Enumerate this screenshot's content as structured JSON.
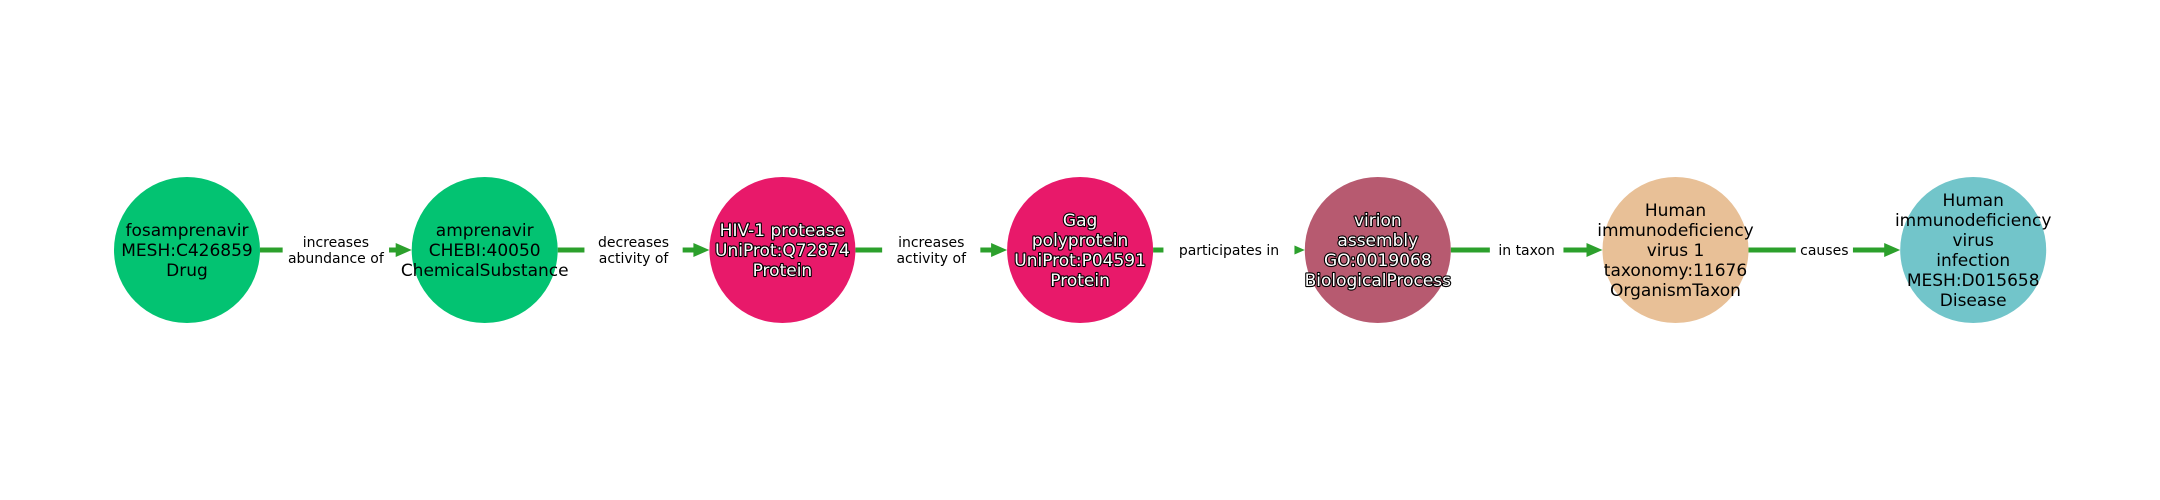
{
  "colors": {
    "edge": "#2ca02c",
    "background": "#ffffff"
  },
  "nodes": [
    {
      "lines": [
        "fosamprenavir",
        "MESH:C426859",
        "Drug"
      ],
      "color": "#03c372",
      "text_style": "dark"
    },
    {
      "lines": [
        "amprenavir",
        "CHEBI:40050",
        "ChemicalSubstance"
      ],
      "color": "#03c372",
      "text_style": "dark"
    },
    {
      "lines": [
        "HIV-1 protease",
        "UniProt:Q72874",
        "Protein"
      ],
      "color": "#e8196a",
      "text_style": "light"
    },
    {
      "lines": [
        "Gag",
        "polyprotein",
        "UniProt:P04591",
        "Protein"
      ],
      "color": "#e8196a",
      "text_style": "light"
    },
    {
      "lines": [
        "virion",
        "assembly",
        "GO:0019068",
        "BiologicalProcess"
      ],
      "color": "#b75a70",
      "text_style": "light"
    },
    {
      "lines": [
        "Human",
        "immunodeficiency",
        "virus 1",
        "taxonomy:11676",
        "OrganismTaxon"
      ],
      "color": "#e8c097",
      "text_style": "dark"
    },
    {
      "lines": [
        "Human",
        "immunodeficiency",
        "virus",
        "infection",
        "MESH:D015658",
        "Disease"
      ],
      "color": "#72c5ca",
      "text_style": "dark"
    }
  ],
  "edges": [
    {
      "lines": [
        "increases",
        "abundance of"
      ]
    },
    {
      "lines": [
        "decreases",
        "activity of"
      ]
    },
    {
      "lines": [
        "increases",
        "activity of"
      ]
    },
    {
      "lines": [
        "participates in"
      ]
    },
    {
      "lines": [
        "in taxon"
      ]
    },
    {
      "lines": [
        "causes"
      ]
    }
  ]
}
